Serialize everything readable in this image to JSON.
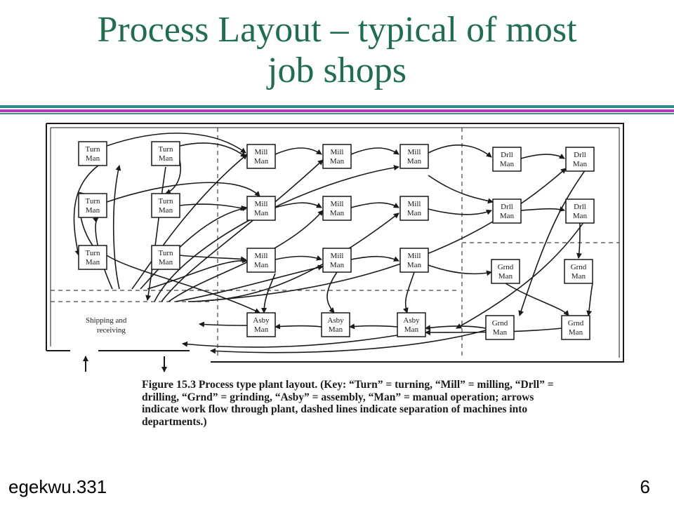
{
  "slide": {
    "title_line1": "Process Layout – typical of most",
    "title_line2": "job shops",
    "footer_left": "egekwu.331",
    "page_number": "6"
  },
  "figure": {
    "caption_label": "Figure 15.3",
    "caption_text": "Process type plant layout. (Key: “Turn” = turning, “Mill” = milling, “Drll” = drilling, “Grnd” = grinding, “Asby” = assembly, “Man” = manual operation; arrows indicate work flow through plant, dashed lines indicate separation of machines into departments.)",
    "shipping_label_1": "Shipping and",
    "shipping_label_2": "receiving",
    "boxes": [
      {
        "l1": "Turn",
        "l2": "Man"
      },
      {
        "l1": "Turn",
        "l2": "Man"
      },
      {
        "l1": "Turn",
        "l2": "Man"
      },
      {
        "l1": "Turn",
        "l2": "Man"
      },
      {
        "l1": "Turn",
        "l2": "Man"
      },
      {
        "l1": "Turn",
        "l2": "Man"
      },
      {
        "l1": "Mill",
        "l2": "Man"
      },
      {
        "l1": "Mill",
        "l2": "Man"
      },
      {
        "l1": "Mill",
        "l2": "Man"
      },
      {
        "l1": "Mill",
        "l2": "Man"
      },
      {
        "l1": "Mill",
        "l2": "Man"
      },
      {
        "l1": "Mill",
        "l2": "Man"
      },
      {
        "l1": "Mill",
        "l2": "Man"
      },
      {
        "l1": "Mill",
        "l2": "Man"
      },
      {
        "l1": "Mill",
        "l2": "Man"
      },
      {
        "l1": "Drll",
        "l2": "Man"
      },
      {
        "l1": "Drll",
        "l2": "Man"
      },
      {
        "l1": "Drll",
        "l2": "Man"
      },
      {
        "l1": "Drll",
        "l2": "Man"
      },
      {
        "l1": "Grnd",
        "l2": "Man"
      },
      {
        "l1": "Grnd",
        "l2": "Man"
      },
      {
        "l1": "Grnd",
        "l2": "Man"
      },
      {
        "l1": "Grnd",
        "l2": "Man"
      },
      {
        "l1": "Asby",
        "l2": "Man"
      },
      {
        "l1": "Asby",
        "l2": "Man"
      },
      {
        "l1": "Asby",
        "l2": "Man"
      }
    ]
  }
}
